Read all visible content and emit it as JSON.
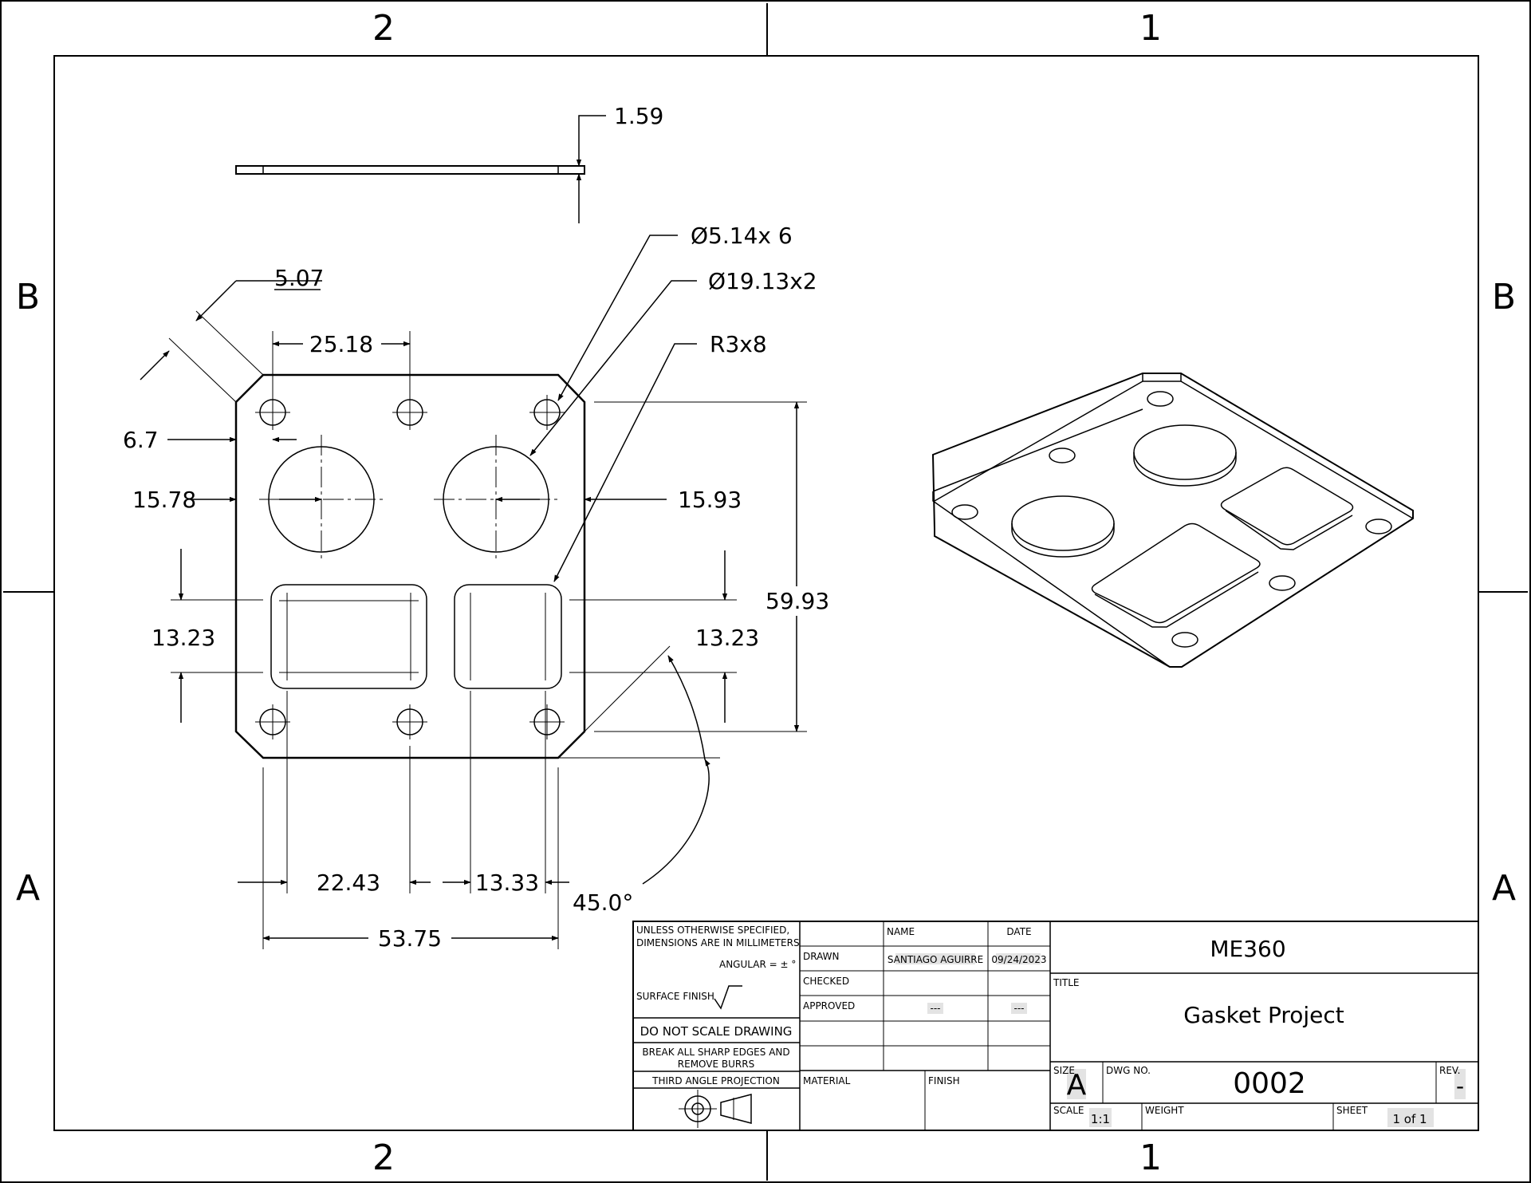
{
  "zones": {
    "top_left": "2",
    "top_right": "1",
    "bottom_left": "2",
    "bottom_right": "1",
    "left_upper": "B",
    "left_lower": "A",
    "right_upper": "B",
    "right_lower": "A"
  },
  "dimensions": {
    "thickness": "1.59",
    "small_hole": "Ø5.14x 6",
    "large_hole": "Ø19.13x2",
    "corner_radius": "R3x8",
    "chamfer": "5.07",
    "top_hole_spacing": "25.18",
    "left_edge_offset": "6.7",
    "left_circle_offset": "15.78",
    "right_circle_offset": "15.93",
    "overall_height": "59.93",
    "left_slot_height": "13.23",
    "right_slot_height": "13.23",
    "slot_width": "22.43",
    "square_width": "13.33",
    "chamfer_angle": "45.0°",
    "overall_width": "53.75"
  },
  "title_block": {
    "tolerance_note_1": "UNLESS OTHERWISE SPECIFIED,",
    "tolerance_note_2": "DIMENSIONS ARE IN MILLIMETERS",
    "angular": "ANGULAR = ± °",
    "surface_finish": "SURFACE FINISH",
    "do_not_scale": "DO NOT SCALE DRAWING",
    "break_edges_1": "BREAK ALL SHARP EDGES AND",
    "break_edges_2": "REMOVE BURRS",
    "projection": "THIRD ANGLE PROJECTION",
    "name_header": "NAME",
    "date_header": "DATE",
    "drawn_label": "DRAWN",
    "drawn_name": "SANTIAGO AGUIRRE",
    "drawn_date": "09/24/2023",
    "checked_label": "CHECKED",
    "approved_label": "APPROVED",
    "approved_name": "---",
    "approved_date": "---",
    "material_label": "MATERIAL",
    "finish_label": "FINISH",
    "company": "ME360",
    "title_label": "TITLE",
    "title": "Gasket Project",
    "size_label": "SIZE",
    "size": "A",
    "dwg_no_label": "DWG NO.",
    "dwg_no": "0002",
    "rev_label": "REV.",
    "rev": "-",
    "scale_label": "SCALE",
    "scale": "1:1",
    "weight_label": "WEIGHT",
    "sheet_label": "SHEET",
    "sheet": "1 of 1"
  }
}
